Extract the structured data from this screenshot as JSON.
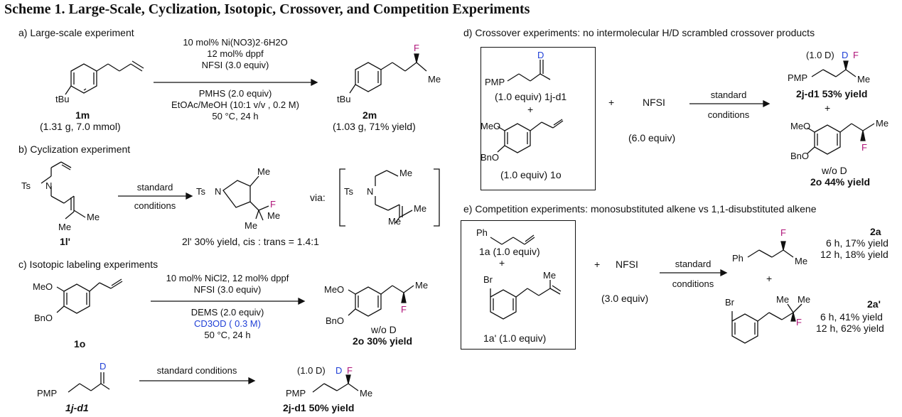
{
  "title": "Scheme 1. Large-Scale, Cyclization, Isotopic, Crossover, and Competition Experiments",
  "a": {
    "header": "a) Large-scale experiment",
    "above": [
      "10 mol% Ni(NO3)2·6H2O",
      "12 mol% dppf",
      "NFSI (3.0 equiv)"
    ],
    "below": [
      "PMHS (2.0 equiv)",
      "EtOAc/MeOH (10:1 v/v , 0.2 M)",
      "50 °C, 24 h"
    ],
    "sm_id": "1m",
    "sm_amount": "(1.31 g, 7.0 mmol)",
    "pr_id": "2m",
    "pr_amount": "(1.03 g, 71% yield)",
    "tbu": "tBu",
    "me": "Me",
    "f": "F"
  },
  "b": {
    "header": "b) Cyclization experiment",
    "above": "standard",
    "below": "conditions",
    "sm_id": "1l'",
    "yield": "2l' 30% yield, cis : trans = 1.4:1",
    "via": "via:",
    "ts": "Ts",
    "n": "N",
    "me": "Me",
    "f": "F"
  },
  "c": {
    "header": "c) Isotopic labeling experiments",
    "above": [
      "10 mol% NiCl2, 12 mol% dppf",
      "NFSI (3.0 equiv)"
    ],
    "below": [
      "DEMS (2.0 equiv)",
      "CD3OD ( 0.3 M)",
      "50 °C, 24 h"
    ],
    "sm_id": "1o",
    "pr_note": "w/o D",
    "pr_yield": "2o 30% yield",
    "row2_cond": "standard conditions",
    "row2_sm": "1j-d1",
    "row2_pr_yield": "2j-d1 50% yield",
    "row2_d_label": "(1.0 D)",
    "meo": "MeO",
    "bno": "BnO",
    "pmp": "PMP",
    "d": "D",
    "me": "Me",
    "f": "F"
  },
  "d": {
    "header": "d) Crossover experiments: no intermolecular H/D scrambled crossover products",
    "sm1": "(1.0 equiv) 1j-d1",
    "sm2": "(1.0 equiv) 1o",
    "plus": "+",
    "reagent": "NFSI",
    "reagent_amt": "(6.0 equiv)",
    "above": "standard",
    "below": "conditions",
    "p1_d": "(1.0 D)",
    "p1_yield": "2j-d1 53% yield",
    "p2_note": "w/o D",
    "p2_yield": "2o 44% yield",
    "meo": "MeO",
    "bno": "BnO",
    "pmp": "PMP",
    "d": "D",
    "me": "Me",
    "f": "F"
  },
  "e": {
    "header": "e) Competition experiments: monosubstituted alkene vs 1,1-disubstituted alkene",
    "sm1": "1a (1.0 equiv)",
    "sm2": "1a' (1.0 equiv)",
    "plus": "+",
    "reagent": "NFSI",
    "reagent_amt": "(3.0 equiv)",
    "above": "standard",
    "below": "conditions",
    "p1_id": "2a",
    "p1_y1": "6 h, 17% yield",
    "p1_y2": "12 h, 18% yield",
    "p2_id": "2a'",
    "p2_y1": "6 h, 41% yield",
    "p2_y2": "12 h, 62% yield",
    "ph": "Ph",
    "br": "Br",
    "me": "Me",
    "f": "F"
  }
}
